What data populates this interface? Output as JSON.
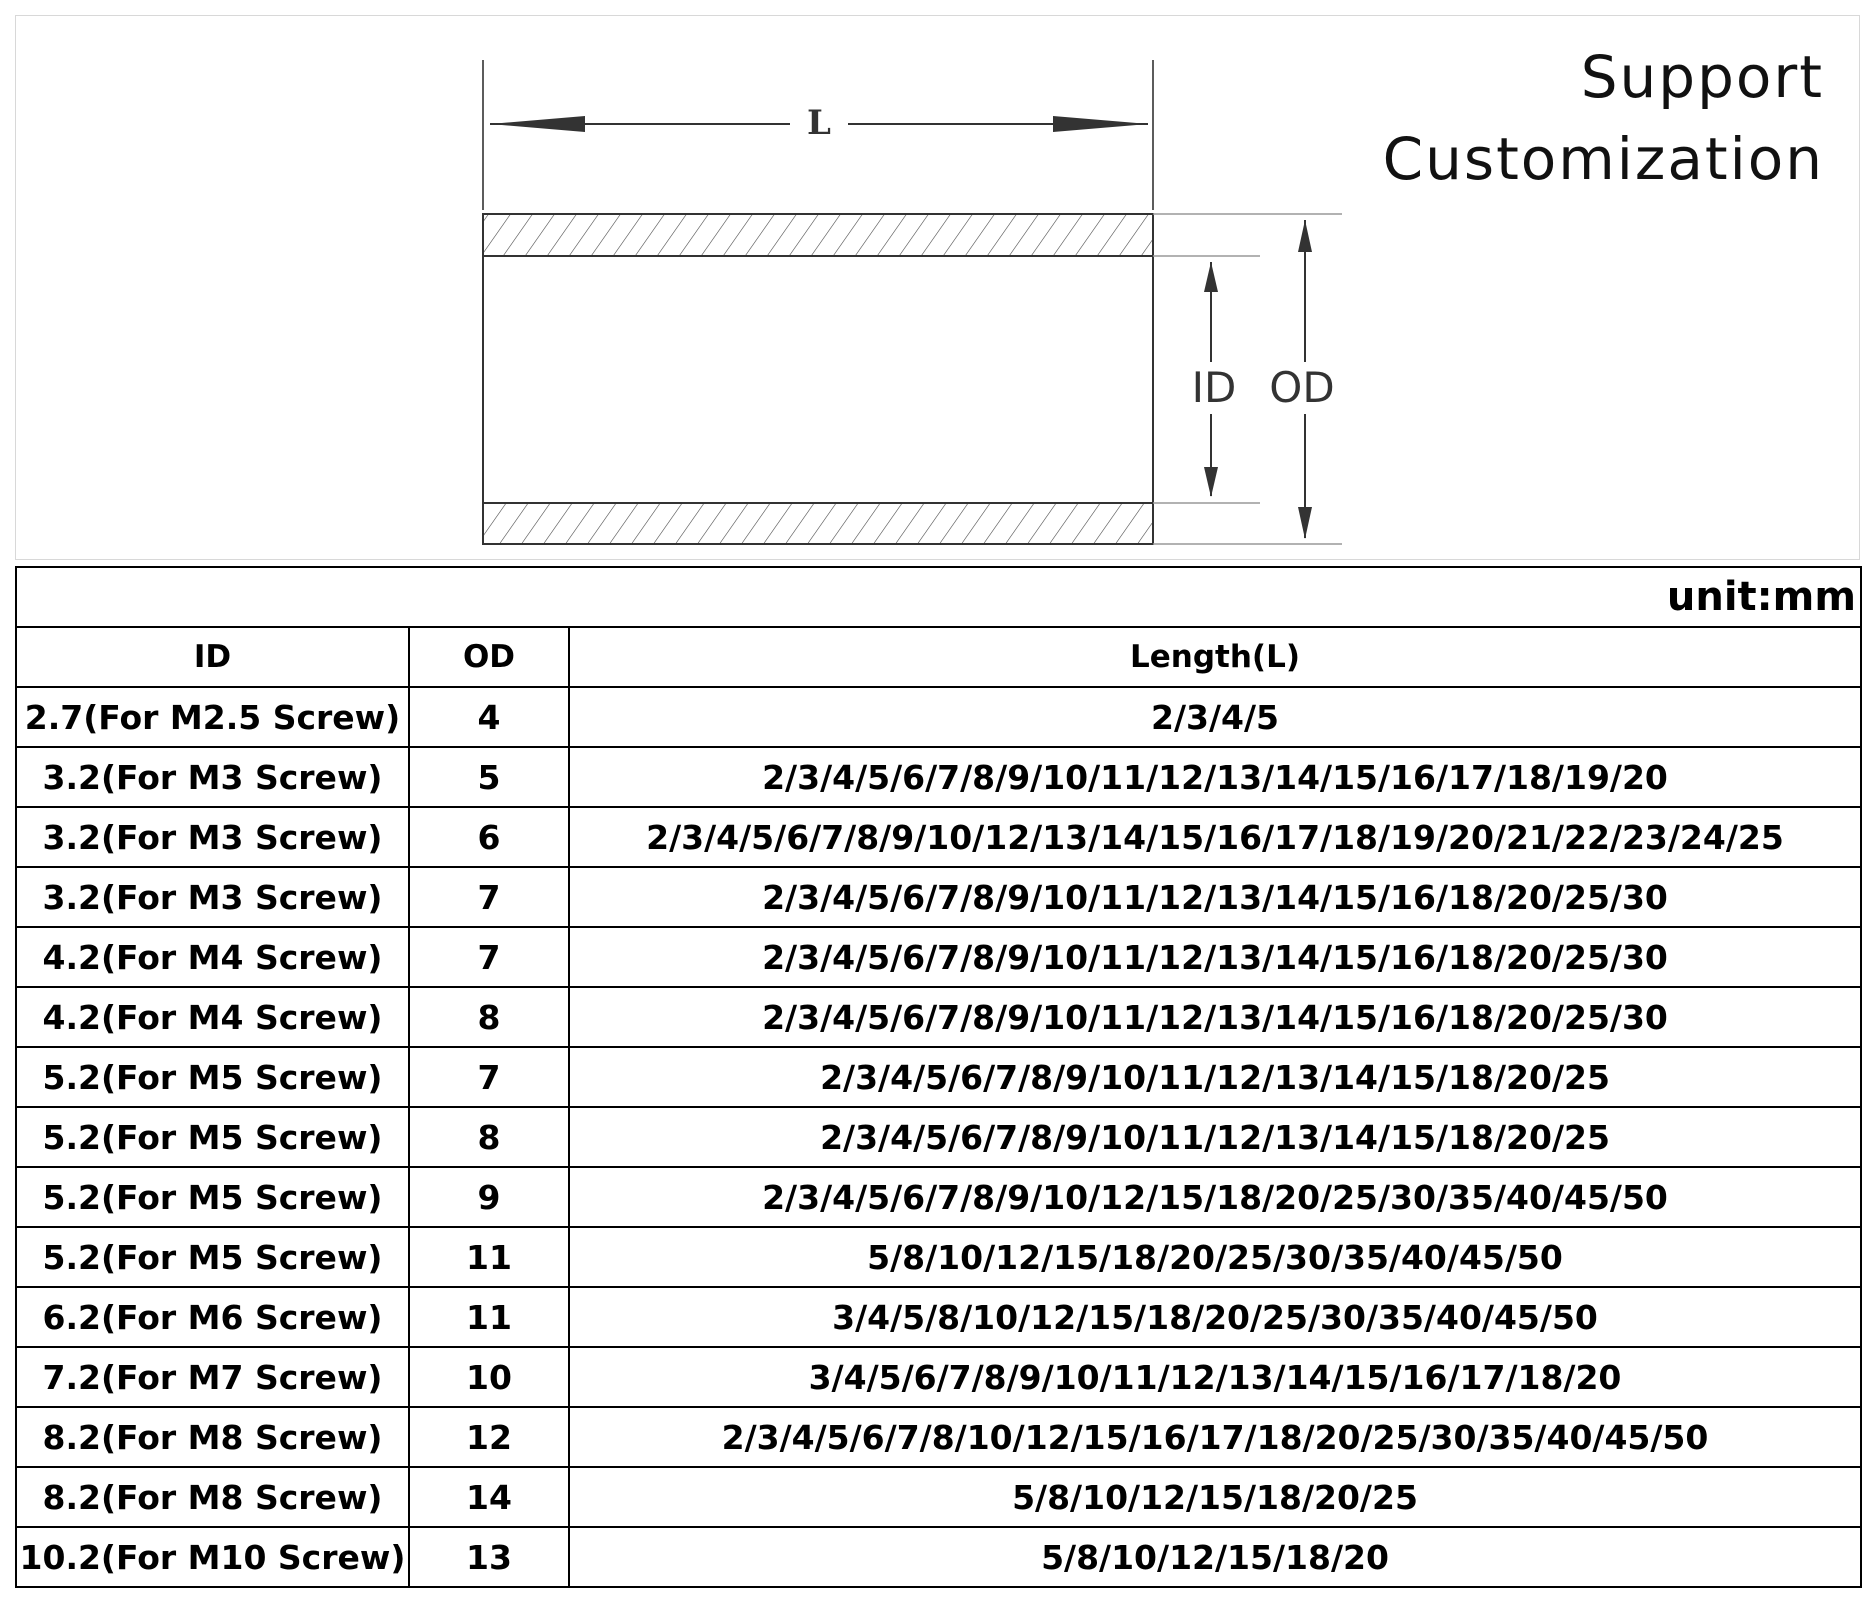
{
  "banner": {
    "line1": "Support",
    "line2": "Customization"
  },
  "diagram": {
    "length_label": "L",
    "id_label": "ID",
    "od_label": "OD"
  },
  "table": {
    "unit": "unit:mm",
    "headers": {
      "id": "ID",
      "od": "OD",
      "length": "Length(L)"
    },
    "rows": [
      {
        "id": "2.7(For M2.5 Screw)",
        "od": "4",
        "length": "2/3/4/5"
      },
      {
        "id": "3.2(For M3 Screw)",
        "od": "5",
        "length": "2/3/4/5/6/7/8/9/10/11/12/13/14/15/16/17/18/19/20"
      },
      {
        "id": "3.2(For M3 Screw)",
        "od": "6",
        "length": "2/3/4/5/6/7/8/9/10/12/13/14/15/16/17/18/19/20/21/22/23/24/25"
      },
      {
        "id": "3.2(For M3 Screw)",
        "od": "7",
        "length": "2/3/4/5/6/7/8/9/10/11/12/13/14/15/16/18/20/25/30"
      },
      {
        "id": "4.2(For M4 Screw)",
        "od": "7",
        "length": "2/3/4/5/6/7/8/9/10/11/12/13/14/15/16/18/20/25/30"
      },
      {
        "id": "4.2(For M4 Screw)",
        "od": "8",
        "length": "2/3/4/5/6/7/8/9/10/11/12/13/14/15/16/18/20/25/30"
      },
      {
        "id": "5.2(For M5 Screw)",
        "od": "7",
        "length": "2/3/4/5/6/7/8/9/10/11/12/13/14/15/18/20/25"
      },
      {
        "id": "5.2(For M5 Screw)",
        "od": "8",
        "length": "2/3/4/5/6/7/8/9/10/11/12/13/14/15/18/20/25"
      },
      {
        "id": "5.2(For M5 Screw)",
        "od": "9",
        "length": "2/3/4/5/6/7/8/9/10/12/15/18/20/25/30/35/40/45/50"
      },
      {
        "id": "5.2(For M5 Screw)",
        "od": "11",
        "length": "5/8/10/12/15/18/20/25/30/35/40/45/50"
      },
      {
        "id": "6.2(For M6 Screw)",
        "od": "11",
        "length": "3/4/5/8/10/12/15/18/20/25/30/35/40/45/50"
      },
      {
        "id": "7.2(For M7 Screw)",
        "od": "10",
        "length": "3/4/5/6/7/8/9/10/11/12/13/14/15/16/17/18/20"
      },
      {
        "id": "8.2(For M8 Screw)",
        "od": "12",
        "length": "2/3/4/5/6/7/8/10/12/15/16/17/18/20/25/30/35/40/45/50"
      },
      {
        "id": "8.2(For M8 Screw)",
        "od": "14",
        "length": "5/8/10/12/15/18/20/25"
      },
      {
        "id": "10.2(For M10 Screw)",
        "od": "13",
        "length": "5/8/10/12/15/18/20"
      }
    ]
  }
}
